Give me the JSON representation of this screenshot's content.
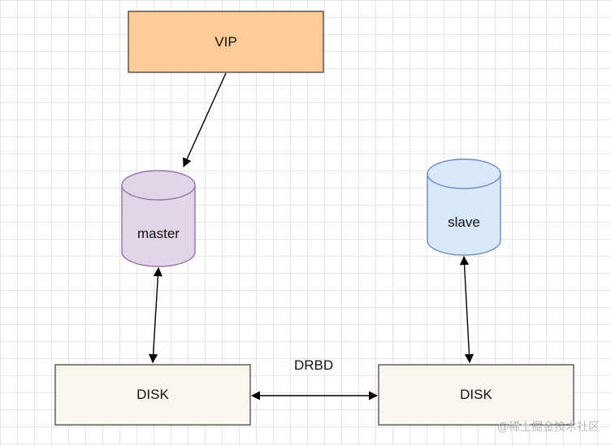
{
  "diagram": {
    "nodes": {
      "vip": {
        "label": "VIP",
        "fill": "#FFCC99",
        "stroke": "#333333"
      },
      "master": {
        "label": "master",
        "fill": "#E1D5E7",
        "stroke": "#9673A6"
      },
      "slave": {
        "label": "slave",
        "fill": "#DAE8FC",
        "stroke": "#6C8EBF"
      },
      "disk_left": {
        "label": "DISK",
        "fill": "#F9F7ED",
        "stroke": "#36393D"
      },
      "disk_right": {
        "label": "DISK",
        "fill": "#F9F7ED",
        "stroke": "#36393D"
      }
    },
    "edges": {
      "drbd": {
        "label": "DRBD"
      }
    }
  },
  "watermark": {
    "text": "@稀土掘金技术社区"
  }
}
